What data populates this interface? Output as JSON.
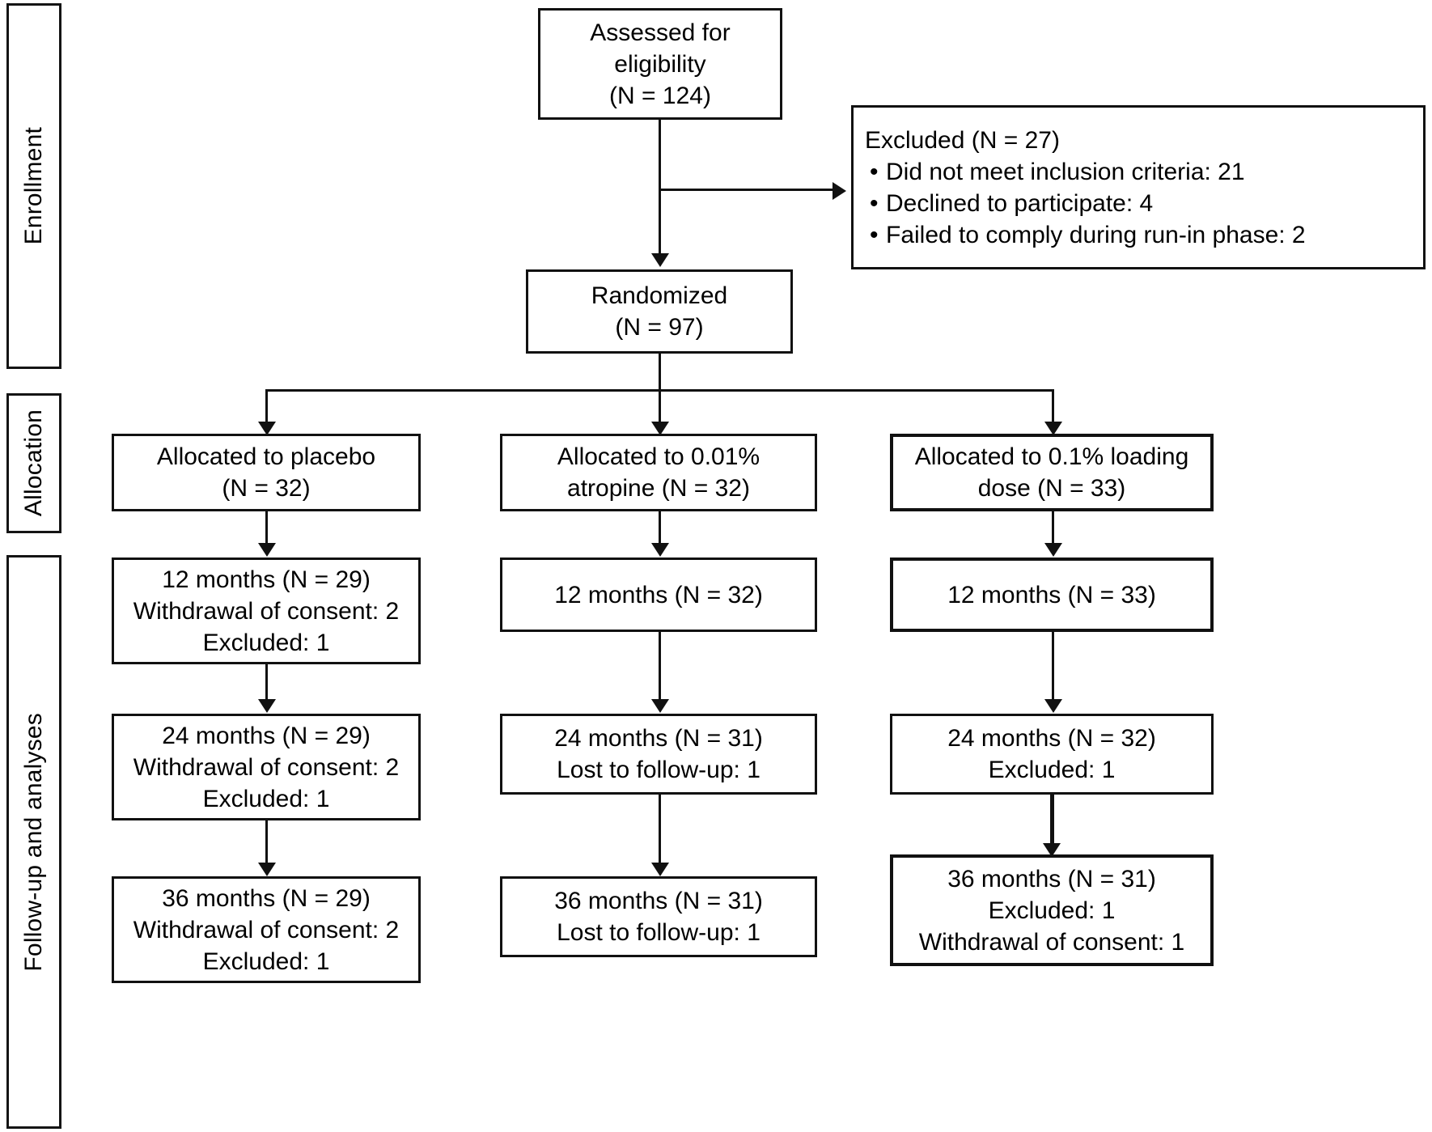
{
  "diagram": {
    "type": "consort-flow-diagram",
    "phases": [
      {
        "id": "enrollment",
        "label": "Enrollment"
      },
      {
        "id": "allocation",
        "label": "Allocation"
      },
      {
        "id": "followup",
        "label": "Follow-up and analyses"
      }
    ],
    "enrollment": {
      "assessed": {
        "line1": "Assessed for",
        "line2": "eligibility",
        "line3": "(N = 124)"
      },
      "excluded": {
        "title": "Excluded (N = 27)",
        "reasons": [
          "Did not meet inclusion criteria: 21",
          "Declined to participate: 4",
          "Failed to comply during run-in phase: 2"
        ]
      },
      "randomized": {
        "line1": "Randomized",
        "line2": "(N = 97)"
      }
    },
    "arms": [
      {
        "id": "placebo",
        "allocation": {
          "line1": "Allocated to placebo",
          "line2": "(N = 32)"
        },
        "followups": [
          {
            "id": "m12",
            "lines": [
              "12 months (N = 29)",
              "Withdrawal of consent: 2",
              "Excluded: 1"
            ]
          },
          {
            "id": "m24",
            "lines": [
              "24 months (N = 29)",
              "Withdrawal of consent: 2",
              "Excluded: 1"
            ]
          },
          {
            "id": "m36",
            "lines": [
              "36 months (N = 29)",
              "Withdrawal of consent: 2",
              "Excluded: 1"
            ]
          }
        ]
      },
      {
        "id": "atropine-001",
        "allocation": {
          "line1": "Allocated to 0.01%",
          "line2": "atropine (N = 32)"
        },
        "followups": [
          {
            "id": "m12",
            "lines": [
              "12 months (N = 32)"
            ]
          },
          {
            "id": "m24",
            "lines": [
              "24 months (N = 31)",
              "Lost to follow-up: 1"
            ]
          },
          {
            "id": "m36",
            "lines": [
              "36 months (N = 31)",
              "Lost to follow-up: 1"
            ]
          }
        ]
      },
      {
        "id": "loading-01",
        "allocation": {
          "line1": "Allocated to 0.1% loading",
          "line2": "dose (N = 33)"
        },
        "followups": [
          {
            "id": "m12",
            "lines": [
              "12 months (N = 33)"
            ]
          },
          {
            "id": "m24",
            "lines": [
              "24 months (N = 32)",
              "Excluded: 1"
            ]
          },
          {
            "id": "m36",
            "lines": [
              "36 months (N = 31)",
              "Excluded: 1",
              "Withdrawal of consent: 1"
            ]
          }
        ]
      }
    ],
    "colors": {
      "stroke": "#111111",
      "background": "#ffffff",
      "text": "#000000"
    }
  }
}
